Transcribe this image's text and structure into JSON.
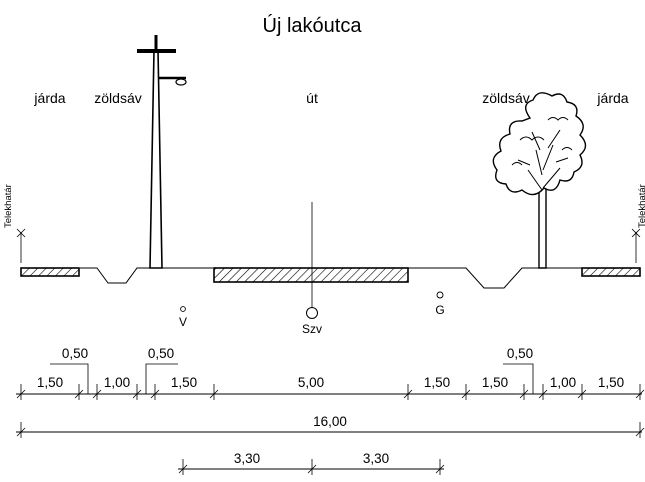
{
  "title": "Új lakóutca",
  "zones": {
    "jarda_left": "járda",
    "zoldsav_left": "zöldsáv",
    "ut": "út",
    "zoldsav_right": "zöldsáv",
    "jarda_right": "járda"
  },
  "property_line": "Telekhatár",
  "utilities": {
    "v": "V",
    "szv": "Szv",
    "g": "G"
  },
  "dimensions": {
    "segments": [
      "1,50",
      "1,00",
      "1,50",
      "5,00",
      "1,50",
      "1,50",
      "1,00",
      "1,50"
    ],
    "offsets": [
      "0,50",
      "0,50",
      "0,50"
    ],
    "total": "16,00",
    "halves": [
      "3,30",
      "3,30"
    ]
  }
}
